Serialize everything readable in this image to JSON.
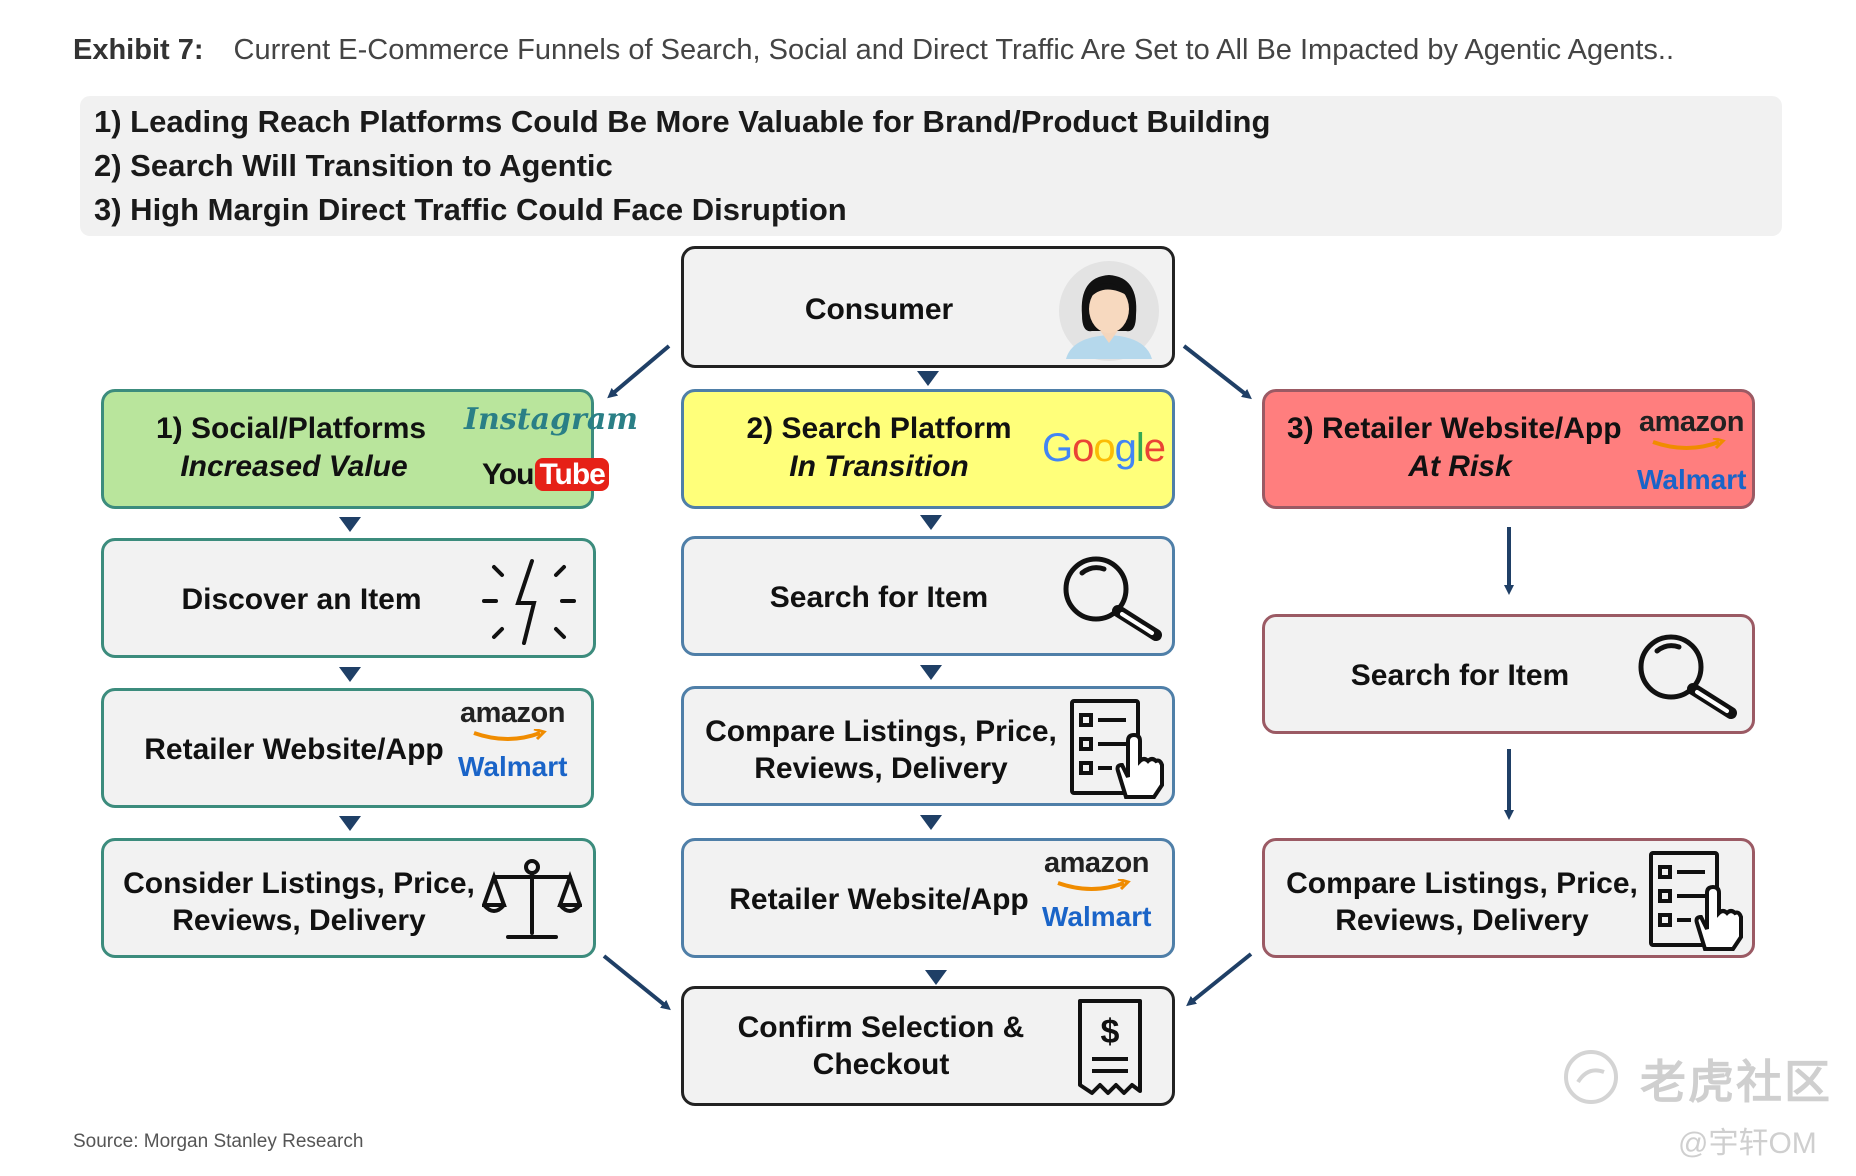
{
  "header": {
    "exhibit_label": "Exhibit 7:",
    "title": "Current E-Commerce Funnels of Search, Social and Direct Traffic Are Set to All Be Impacted by Agentic Agents.."
  },
  "summary": [
    "1)  Leading Reach Platforms Could Be More Valuable for Brand/Product Building",
    "2)  Search Will Transition to Agentic",
    "3)  High Margin Direct Traffic Could Face Disruption"
  ],
  "consumer": {
    "label": "Consumer"
  },
  "columns": {
    "social": {
      "header_title": "1)  Social/Platforms",
      "header_sub": "Increased Value",
      "logo_top": "Instagram",
      "logo_you": "You",
      "logo_tube": "Tube",
      "step1": "Discover an Item",
      "step2": "Retailer Website/App",
      "step3_l1": "Consider Listings, Price,",
      "step3_l2": "Reviews, Delivery"
    },
    "search": {
      "header_title": "2) Search Platform",
      "header_sub": "In Transition",
      "logo": "Google",
      "step1": "Search for Item",
      "step2_l1": "Compare Listings, Price,",
      "step2_l2": "Reviews, Delivery",
      "step3": "Retailer Website/App"
    },
    "retailer": {
      "header_title": "3) Retailer Website/App",
      "header_sub": "At Risk",
      "step1": "Search for Item",
      "step2_l1": "Compare Listings, Price,",
      "step2_l2": "Reviews, Delivery"
    }
  },
  "brands": {
    "amazon": "amazon",
    "walmart": "Walmart"
  },
  "checkout": {
    "l1": "Confirm Selection &",
    "l2": "Checkout",
    "symbol": "$"
  },
  "source": "Source: Morgan Stanley Research",
  "watermark": {
    "name": "老虎社区",
    "user": "@宇轩OM"
  },
  "colors": {
    "social_header": "#b9e59c",
    "search_header": "#ffff7a",
    "retailer_header": "#ff7e7e",
    "arrow": "#1f3f66",
    "google": [
      "#4285F4",
      "#EA4335",
      "#FBBC05",
      "#34A853"
    ],
    "walmart": "#1a64c8",
    "amazon_smile": "#f08c00"
  },
  "icons": [
    "person-avatar-icon",
    "lightning-idea-icon",
    "magnifier-icon",
    "checklist-hand-icon",
    "scale-icon",
    "receipt-icon",
    "amazon-smile-icon"
  ]
}
